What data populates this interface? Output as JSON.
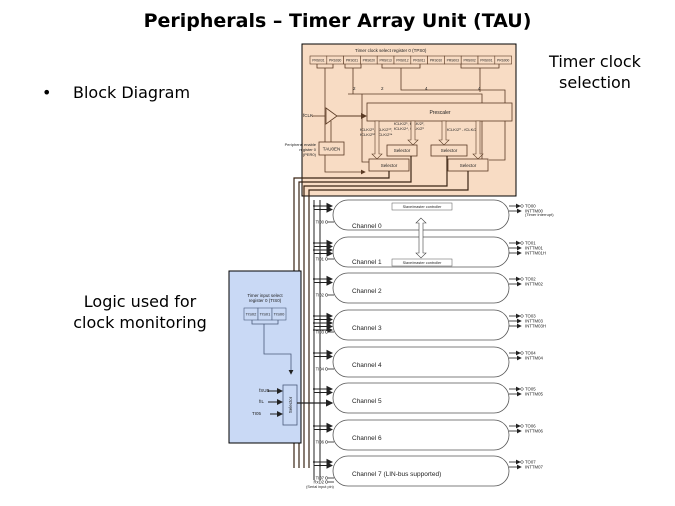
{
  "slide": {
    "title": "Peripherals – Timer Array Unit (TAU)",
    "bullet": "Block Diagram",
    "bullet_marker": "•",
    "annotation_right": [
      "Timer clock",
      "selection"
    ],
    "annotation_left": [
      "Logic used for",
      "clock monitoring"
    ]
  },
  "diagram": {
    "colors": {
      "peach": "#f8dcc4",
      "blue": "#c9d9f5",
      "wire": "#5a3a24"
    },
    "clock_block": {
      "register_title": "Timer clock select register 0 (TPS0)",
      "register_bits": [
        "PRS031",
        "PRS030",
        "PRS021",
        "PRS020",
        "PRS013",
        "PRS012",
        "PRS011",
        "PRS010",
        "PRS003",
        "PRS002",
        "PRS001",
        "PRS000"
      ],
      "bus_widths": [
        "2",
        "2",
        "4",
        "4"
      ],
      "fclk": "fCLK",
      "prescaler": "Prescaler",
      "per_label": [
        "Peripheral enable",
        "register 0",
        "(PER0)"
      ],
      "tau_en": "TAU0EN",
      "freq_a": [
        "fCLK/2⁰ - fCLK/2ⁱ⁵"
      ],
      "freq_b": [
        "fCLK/2¹, fCLK/2²,",
        "fCLK/2⁴, fCLK/2⁶"
      ],
      "freq_c": [
        "fCLK/2⁸, fCLK/2¹⁰,",
        "fCLK/2¹², fCLK/2¹⁴"
      ],
      "selector": "Selector"
    },
    "input_block": {
      "register_title": [
        "Timer input select",
        "register 0 (TIS0)"
      ],
      "register_bits": [
        "TIS02",
        "TIS01",
        "TIS00"
      ],
      "inputs": [
        "fSUB",
        "fIL",
        "TI05"
      ],
      "selector": "Selector"
    },
    "channels": [
      {
        "name": "Channel 0",
        "ti": "TI00",
        "outputs": [
          "TO00",
          "INTTM00",
          "(Timer interrupt)"
        ],
        "controller": "Slave/master controller"
      },
      {
        "name": "Channel 1",
        "ti": "TI01",
        "outputs": [
          "TO01",
          "INTTM01",
          "INTTM01H"
        ],
        "controller": "Slave/master controller"
      },
      {
        "name": "Channel 2",
        "ti": "TI02",
        "outputs": [
          "TO02",
          "INTTM02"
        ]
      },
      {
        "name": "Channel 3",
        "ti": "TI03",
        "outputs": [
          "TO03",
          "INTTM03",
          "INTTM03H"
        ]
      },
      {
        "name": "Channel 4",
        "ti": "TI04",
        "outputs": [
          "TO04",
          "INTTM04"
        ]
      },
      {
        "name": "Channel 5",
        "ti": "",
        "outputs": [
          "TO05",
          "INTTM05"
        ]
      },
      {
        "name": "Channel 6",
        "ti": "TI06",
        "outputs": [
          "TO06",
          "INTTM06"
        ]
      },
      {
        "name": "Channel 7 (LIN-bus supported)",
        "ti": "TI07",
        "extra_inputs": [
          "RxD2",
          "(Serial input pin)"
        ],
        "outputs": [
          "TO07",
          "INTTM07"
        ]
      }
    ]
  }
}
